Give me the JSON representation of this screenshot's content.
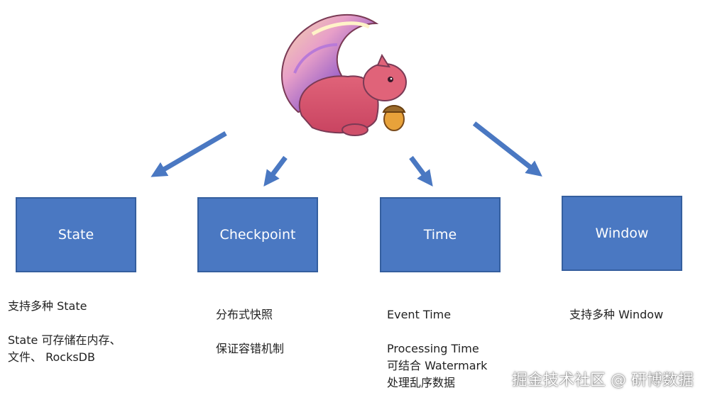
{
  "logo": {
    "icon": "flink-squirrel-logo"
  },
  "colors": {
    "box_fill": "#4a78c2",
    "arrow": "#4a78c2"
  },
  "boxes": [
    {
      "label": "State"
    },
    {
      "label": "Checkpoint"
    },
    {
      "label": "Time"
    },
    {
      "label": "Window"
    }
  ],
  "descriptions": {
    "state": [
      "支持多种 State",
      "State 可存储在内存、",
      "文件、 RocksDB"
    ],
    "checkpoint": [
      "分布式快照",
      "保证容错机制"
    ],
    "time": [
      "Event Time",
      "Processing Time",
      "可结合 Watermark",
      "处理乱序数据"
    ],
    "window": [
      "支持多种 Window"
    ]
  },
  "watermark": "掘金技术社区 @ 研博数据"
}
